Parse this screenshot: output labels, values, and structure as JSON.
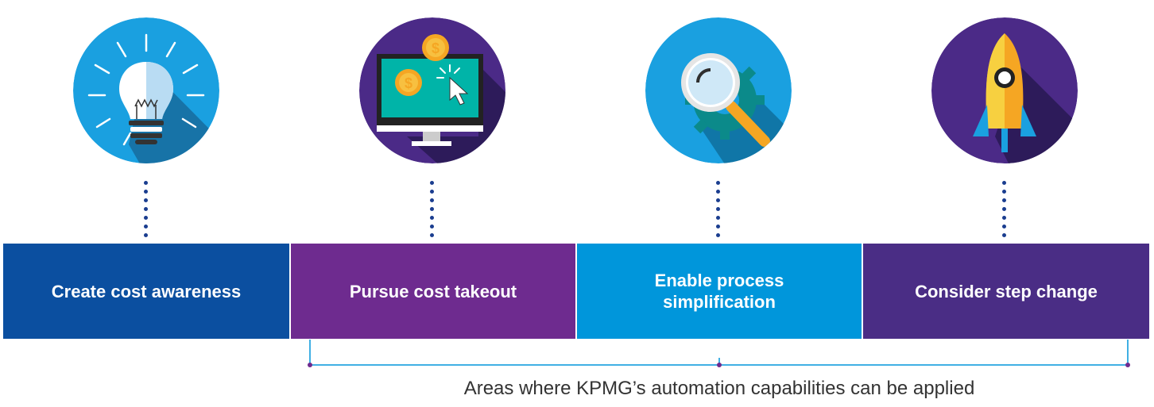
{
  "steps": [
    {
      "label": "Create cost awareness",
      "icon": "lightbulb-icon",
      "color": "#0b4fa0",
      "circle_color": "#1aa0e0"
    },
    {
      "label": "Pursue cost takeout",
      "icon": "computer-coins-icon",
      "color": "#6e2b8f",
      "circle_color": "#4b2a87"
    },
    {
      "label": "Enable process simplification",
      "icon": "magnifier-gear-icon",
      "color": "#0096db",
      "circle_color": "#1aa0e0"
    },
    {
      "label": "Consider step change",
      "icon": "rocket-icon",
      "color": "#4a2d85",
      "circle_color": "#4b2a87"
    }
  ],
  "bracket": {
    "caption": "Areas where KPMG’s automation capabilities can be applied",
    "color": "#0096db",
    "dot_color": "#6e2b8f"
  }
}
